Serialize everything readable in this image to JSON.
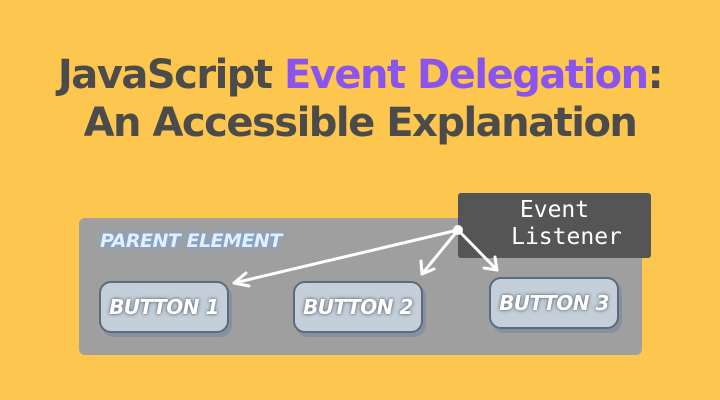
{
  "title": {
    "line1_prefix": "JavaScript ",
    "line1_highlight": "Event Delegation",
    "line1_suffix": ":",
    "line2": "An Accessible Explanation"
  },
  "diagram": {
    "parent_label": "PARENT ELEMENT",
    "buttons": [
      "BUTTON 1",
      "BUTTON 2",
      "BUTTON 3"
    ],
    "listener_line1": "Event",
    "listener_line2": "Listener"
  },
  "colors": {
    "background": "#fdc64f",
    "title_text": "#4b4b4b",
    "highlight": "#8a55ee",
    "parent_box": "#9f9f9f",
    "button_fill": "#c5cfd9",
    "listener_box": "#555555",
    "arrow": "#ffffff"
  }
}
